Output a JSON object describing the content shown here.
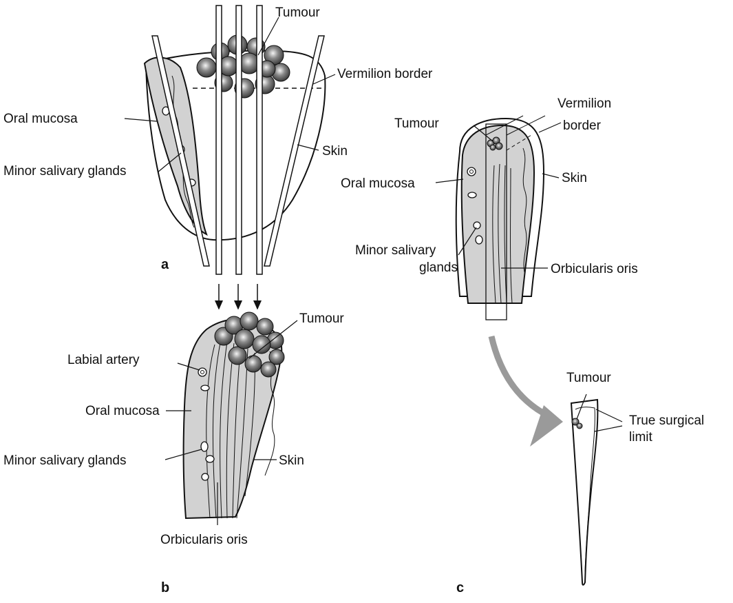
{
  "colors": {
    "tissue": "#d2d2d2",
    "outline": "#111111",
    "tumour_dark": "#3a3a3a",
    "tumour_highlight": "#f2f2f2",
    "flow_arrow": "#9a9a9a",
    "background": "#ffffff"
  },
  "panel_a": {
    "letter": "a",
    "tumour": "Tumour",
    "vermilion_border": "Vermilion border",
    "oral_mucosa": "Oral mucosa",
    "skin": "Skin",
    "minor_salivary_glands": "Minor salivary glands"
  },
  "panel_b": {
    "letter": "b",
    "tumour": "Tumour",
    "labial_artery": "Labial artery",
    "oral_mucosa": "Oral mucosa",
    "minor_salivary_glands": "Minor salivary glands",
    "skin": "Skin",
    "orbicularis_oris": "Orbicularis oris"
  },
  "panel_c": {
    "letter": "c",
    "vermilion_line1": "Vermilion",
    "vermilion_line2": "border",
    "tumour": "Tumour",
    "oral_mucosa": "Oral mucosa",
    "skin": "Skin",
    "glands_line1": "Minor salivary",
    "glands_line2": "glands",
    "orbicularis_oris": "Orbicularis oris",
    "section_tumour": "Tumour",
    "true_limit_line1": "True surgical",
    "true_limit_line2": "limit"
  }
}
